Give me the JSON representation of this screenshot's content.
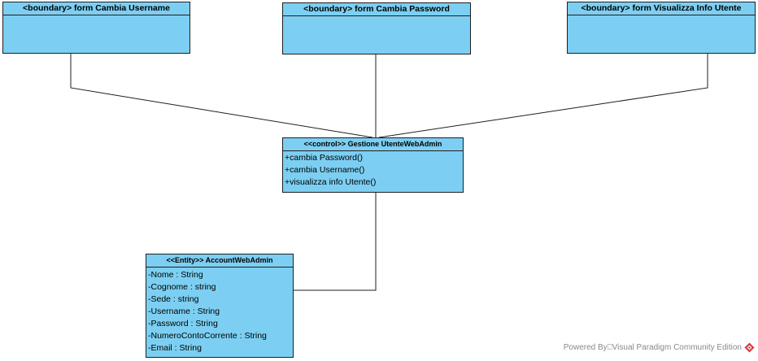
{
  "boundary_forms": {
    "cambia_username": "<boundary> form Cambia Username",
    "cambia_password": "<boundary> form Cambia Password",
    "visualizza_info": "<boundary> form Visualizza Info Utente"
  },
  "control": {
    "title": "<<control>> Gestione UtenteWebAdmin",
    "operations": [
      "+cambia Password()",
      "+cambia Username()",
      "+visualizza info Utente()"
    ]
  },
  "entity": {
    "title": "<<Entity>> AccountWebAdmin",
    "attributes": [
      "-Nome : String",
      "-Cognome : string",
      "-Sede : string",
      "-Username : String",
      "-Password : String",
      "-NumeroContoCorrente : String",
      "-Email : String"
    ]
  },
  "watermark": {
    "text": "Powered By⎕Visual Paradigm Community Edition",
    "logo_icon": "visual-paradigm-logo-icon",
    "logo_color": "#d9363e"
  },
  "colors": {
    "class_fill": "#7ccff2",
    "border": "#1f1f1f",
    "connector": "#1f1f1f"
  }
}
